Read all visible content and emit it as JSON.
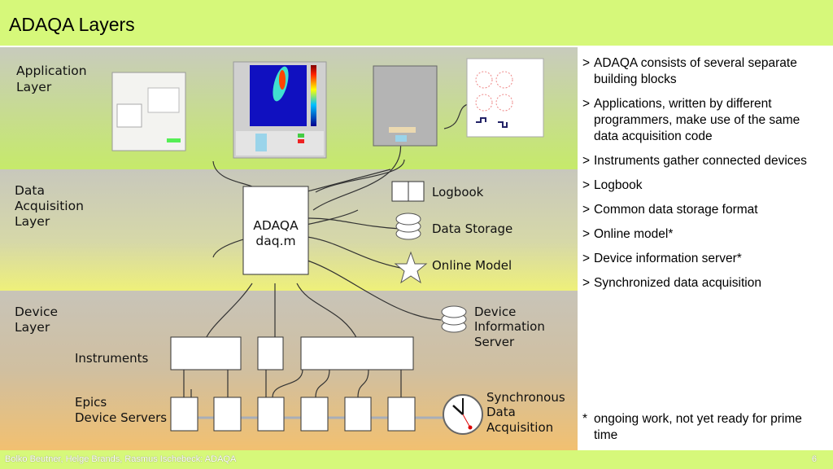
{
  "title": "ADAQA Layers",
  "diagram": {
    "layers": [
      "Application",
      "Layer",
      "Data",
      "Acquisition",
      "Layer",
      "Device",
      "Layer"
    ],
    "core": [
      "ADAQA",
      "daq.m"
    ],
    "services": {
      "logbook": "Logbook",
      "storage": "Data Storage",
      "model": "Online Model",
      "device_info": [
        "Device",
        "Information",
        "Server"
      ]
    },
    "instruments": "Instruments",
    "epics": [
      "Epics",
      "Device Servers"
    ],
    "sync": [
      "Synchronous",
      "Data",
      "Acquisition"
    ]
  },
  "bullets": [
    "ADAQA consists of several separate building blocks",
    "Applications, written by different programmers, make use of the same data acquisition code",
    "Instruments gather connected devices",
    "Logbook",
    "Common data storage format",
    "Online model*",
    "Device information server*",
    "Synchronized data acquisition"
  ],
  "bullet_marker": ">",
  "note": {
    "marker": "*",
    "text": "ongoing work, not yet ready for prime time"
  },
  "footer": {
    "text": "Bolko Beutner, Helge Brands, Rasmus Ischebeck: ADAQA",
    "page": "6"
  },
  "colors": {
    "title_bar": "#d6f87a"
  }
}
